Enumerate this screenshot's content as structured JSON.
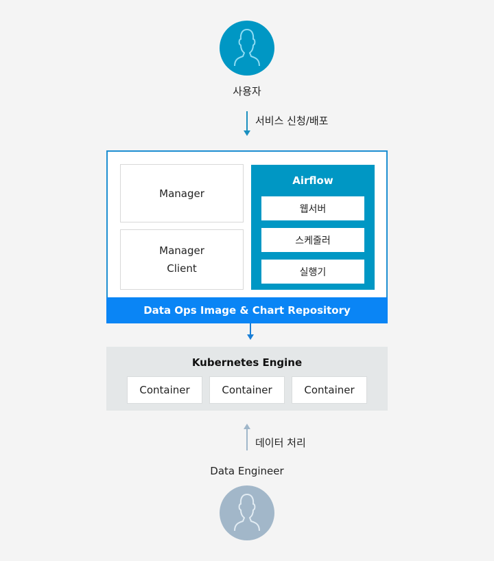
{
  "user": {
    "label": "사용자",
    "icon": "user-avatar-icon",
    "color": "#0097c4"
  },
  "request_arrow": {
    "label": "서비스 신청/배포",
    "color": "#1a8fbf"
  },
  "system": {
    "border_color": "#1d8ed1",
    "manager": {
      "label": "Manager"
    },
    "manager_client": {
      "line1": "Manager",
      "line2": "Client"
    },
    "airflow": {
      "title": "Airflow",
      "color": "#0097c4",
      "items": [
        {
          "label": "웹서버"
        },
        {
          "label": "스케줄러"
        },
        {
          "label": "실행기"
        }
      ]
    },
    "repository": {
      "label": "Data Ops Image & Chart Repository",
      "color": "#0a85f5"
    }
  },
  "kubernetes": {
    "title": "Kubernetes Engine",
    "containers": [
      {
        "label": "Container"
      },
      {
        "label": "Container"
      },
      {
        "label": "Container"
      }
    ]
  },
  "process_arrow": {
    "label": "데이터 처리",
    "color": "#9fb6c9"
  },
  "engineer": {
    "label": "Data Engineer",
    "icon": "engineer-avatar-icon",
    "color": "#a2b7c9"
  }
}
